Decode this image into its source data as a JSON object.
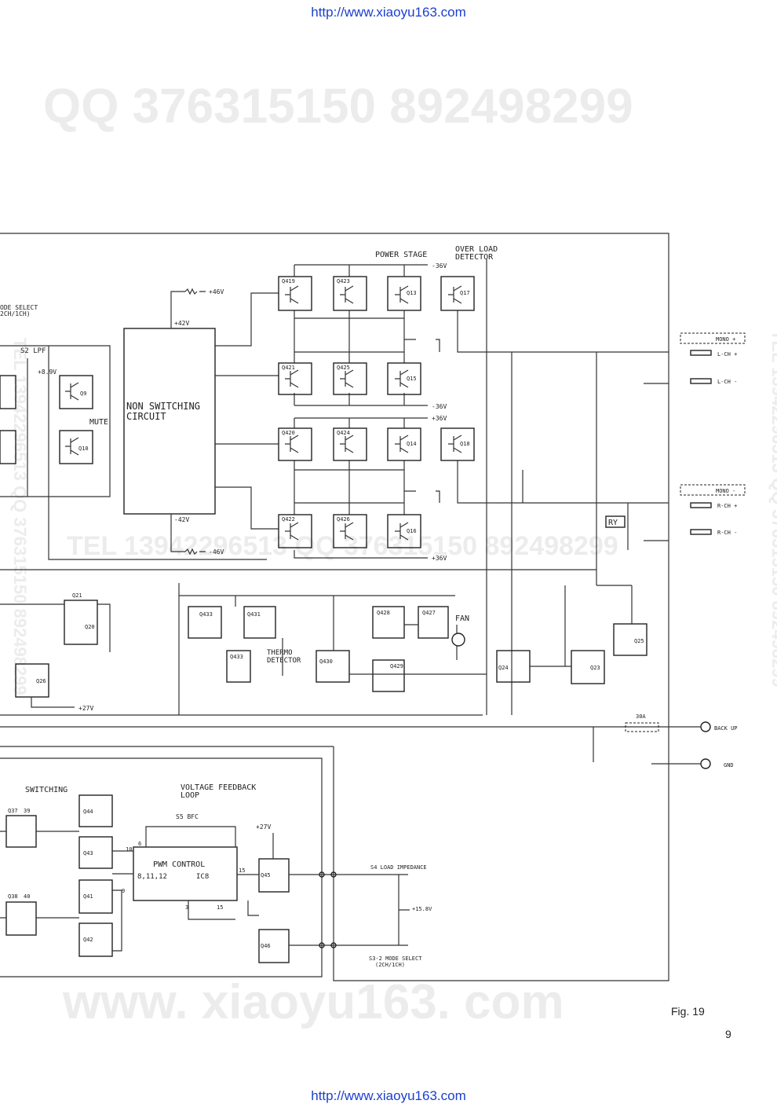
{
  "header_url": "http://www.xiaoyu163.com",
  "footer_url": "http://www.xiaoyu163.com",
  "watermarks": {
    "qq_top": "QQ 376315150   892498299",
    "tel_mid": "TEL  13942296513   QQ 376315150  892498299",
    "www_bottom": "www. xiaoyu163. com",
    "right_vertical": "TEL  13942296513   QQ  376315150   892498299",
    "left_vertical": "TEL 13942296513  QQ 376315150  892498299"
  },
  "labels": {
    "mode_select_top": "ODE SELECT",
    "mode_select_top2": "2CH/1CH)",
    "s2_lpf": "S2 LPF",
    "v89": "+8.9V",
    "mute": "MUTE",
    "non_switching_1": "NON SWITCHING",
    "non_switching_2": "CIRCUIT",
    "power_stage": "POWER STAGE",
    "over_load_1": "OVER LOAD",
    "over_load_2": "DETECTOR",
    "v46_top": "+46V",
    "v42_top": "+42V",
    "v42_bot": "-42V",
    "v46_bot": "-46V",
    "v36_a": "-36V",
    "v36_b": "-36V",
    "v36_c": "+36V",
    "v36_d": "+36V",
    "mono_plus": "MONO +",
    "lch_plus": "L-CH +",
    "lch_minus": "L-CH -",
    "mono_minus": "MONO -",
    "rch_plus": "R-CH +",
    "rch_minus": "R-CH -",
    "ry": "RY",
    "fan": "FAN",
    "thermo_1": "THERMO",
    "thermo_2": "DETECTOR",
    "v27_a": "+27V",
    "v27_b": "+27V",
    "fuse": "30A",
    "backup": "BACK UP",
    "gnd": "GND",
    "switching": "SWITCHING",
    "voltage_fb_1": "VOLTAGE FEEDBACK",
    "voltage_fb_2": "LOOP",
    "s5_bfc": "S5 BFC",
    "pwm_1": "PWM CONTROL",
    "pwm_2": "8,11,12",
    "ic8": "IC8",
    "s4": "S4  LOAD IMPEDANCE",
    "v158": "+15.8V",
    "s3_1": "S3-2 MODE SELECT",
    "s3_2": "(2CH/1CH)",
    "q37": "Q37",
    "q37b": "39",
    "q38": "Q38",
    "q38b": "40",
    "pin6": "6",
    "pin10": "10",
    "pin9": "9",
    "pin15a": "15",
    "pin3": "3",
    "pin15b": "15",
    "fig": "Fig. 19",
    "page": "9"
  },
  "transistors": {
    "q419": "Q419",
    "q423": "Q423",
    "q13": "Q13",
    "q17": "Q17",
    "q421": "Q421",
    "q425": "Q425",
    "q15": "Q15",
    "q420": "Q420",
    "q424": "Q424",
    "q14": "Q14",
    "q18": "Q18",
    "q422": "Q422",
    "q426": "Q426",
    "q16": "Q16",
    "q9": "Q9",
    "q10": "Q10",
    "q21": "Q21",
    "q20": "Q20",
    "q26": "Q26",
    "q433a": "Q433",
    "q431": "Q431",
    "q428": "Q428",
    "q427": "Q427",
    "q433b": "Q433",
    "q430": "Q430",
    "q429": "Q429",
    "q24": "Q24",
    "q23": "Q23",
    "q25": "Q25",
    "q44": "Q44",
    "q43": "Q43",
    "q41": "Q41",
    "q42": "Q42",
    "q45": "Q45",
    "q46": "Q46"
  }
}
